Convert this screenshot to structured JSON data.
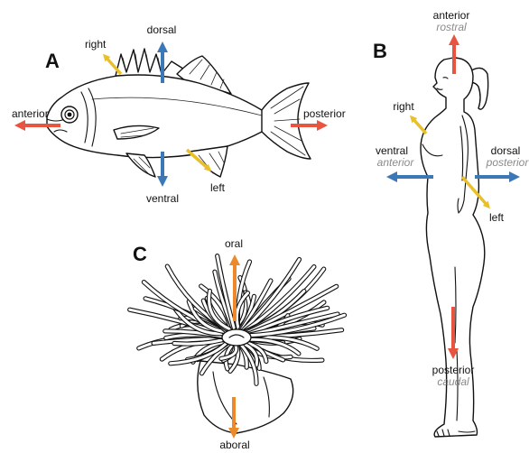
{
  "colors": {
    "anterior_posterior": "#e8543f",
    "dorsal_ventral": "#3b78b5",
    "left_right": "#e9c02a",
    "oral_aboral": "#ec8a2b",
    "secondary_text": "#8a8a8a"
  },
  "panel_a": {
    "letter": "A",
    "dorsal": "dorsal",
    "ventral": "ventral",
    "anterior": "anterior",
    "posterior": "posterior",
    "right": "right",
    "left": "left"
  },
  "panel_b": {
    "letter": "B",
    "anterior": "anterior",
    "anterior_alt": "rostral",
    "posterior": "posterior",
    "posterior_alt": "caudal",
    "ventral": "ventral",
    "ventral_alt": "anterior",
    "dorsal": "dorsal",
    "dorsal_alt": "posterior",
    "right": "right",
    "left": "left"
  },
  "panel_c": {
    "letter": "C",
    "oral": "oral",
    "aboral": "aboral"
  }
}
